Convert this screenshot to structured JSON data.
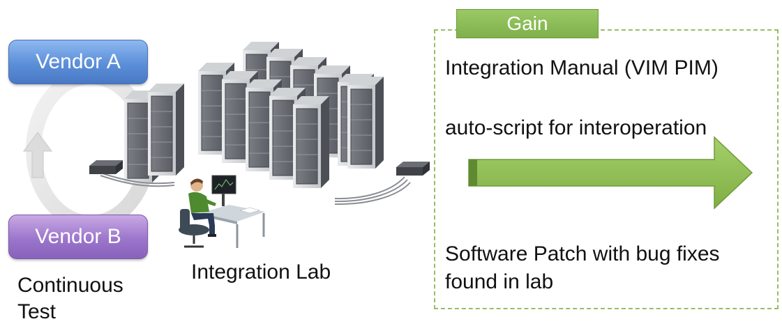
{
  "vendors": {
    "a_label": "Vendor A",
    "b_label": "Vendor B"
  },
  "continuous_test": {
    "line1": "Continuous",
    "line2": "Test"
  },
  "lab": {
    "label": "Integration Lab"
  },
  "gain": {
    "title": "Gain",
    "items": [
      "Integration Manual (VIM PIM)",
      "auto-script for interoperation",
      "Software Patch with bug fixes",
      "found in lab"
    ]
  },
  "colors": {
    "vendor_a": "#5b8fd8",
    "vendor_b": "#9c76cc",
    "gain_green": "#8cbf56",
    "arrow_green": "#8cbf4e",
    "dash_border": "#98bd64"
  },
  "icons": [
    "cycle-arrows-icon",
    "server-rack-icon",
    "network-switch-icon",
    "engineer-at-desk-icon",
    "right-arrow-icon"
  ]
}
